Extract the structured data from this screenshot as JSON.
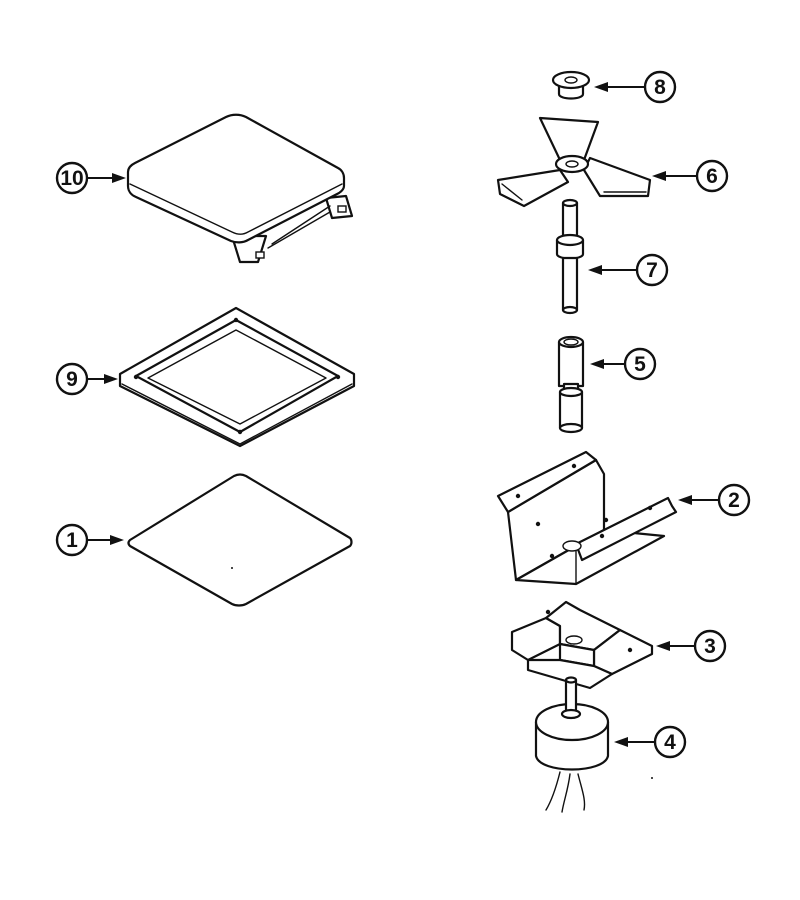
{
  "diagram": {
    "type": "exploded-parts-view",
    "callouts": [
      "10",
      "9",
      "1",
      "8",
      "6",
      "7",
      "5",
      "2",
      "3",
      "4"
    ]
  }
}
